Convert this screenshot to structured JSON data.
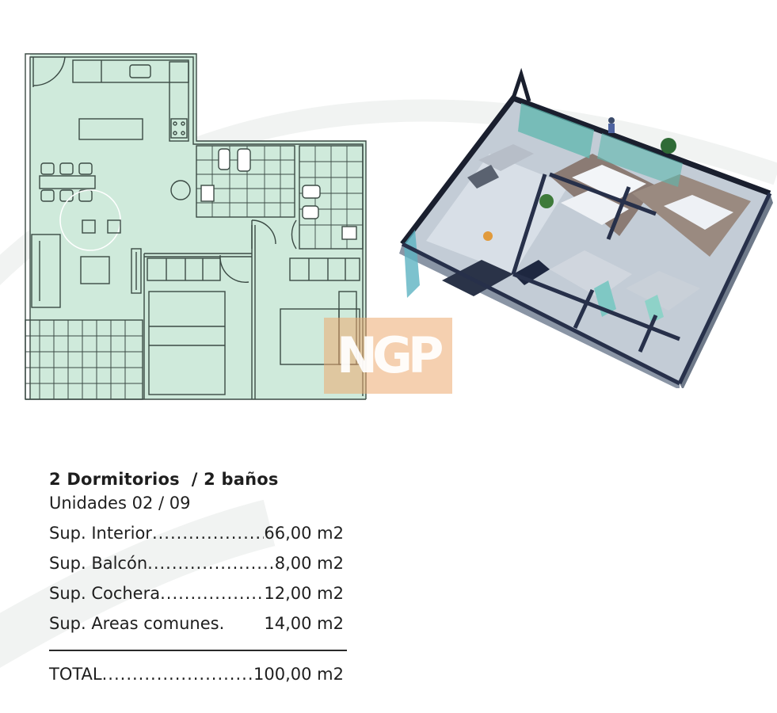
{
  "watermark": {
    "letters": [
      "N",
      "G",
      "P"
    ]
  },
  "specs": {
    "title": "2 Dormitorios  / 2 baños",
    "units": "Unidades 02 / 09",
    "rows": [
      {
        "label": "Sup. Interior",
        "value": "66,00 m2"
      },
      {
        "label": "Sup. Balcón ",
        "value": "8,00 m2"
      },
      {
        "label": "Sup. Cochera ",
        "value": "12,00 m2"
      },
      {
        "label": "Sup. Areas comunes.",
        "value": "14,00 m2"
      }
    ],
    "total": {
      "label": "TOTAL ",
      "value": "100,00 m2"
    }
  },
  "colors": {
    "plan_fill": "#cfeadb",
    "plan_line": "#3b4a44",
    "watermark": "#eca070",
    "wall_3d": "#1a1f2e",
    "floor_3d": "#c9d3dd"
  }
}
